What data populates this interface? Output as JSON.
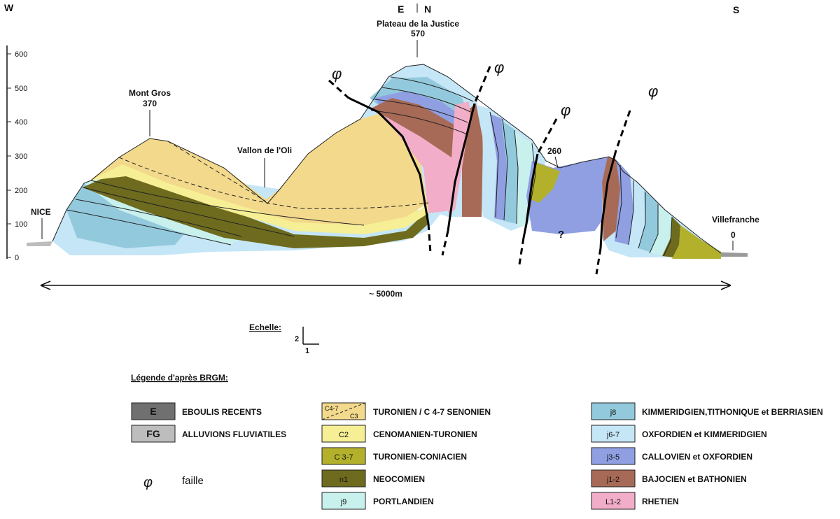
{
  "compass": {
    "west": "W",
    "east": "E",
    "north": "N",
    "south": "S"
  },
  "places": {
    "plateau_name": "Plateau de la Justice",
    "plateau_alt": "570",
    "mont_gros_name": "Mont Gros",
    "mont_gros_alt": "370",
    "vallon": "Vallon de l'Oli",
    "nice": "NICE",
    "villefranche_name": "Villefranche",
    "villefranche_alt": "0",
    "peak_260": "260",
    "unknown": "?"
  },
  "axis": {
    "ticks": [
      "600",
      "500",
      "400",
      "300",
      "200",
      "100",
      "0"
    ]
  },
  "distance_label": "~ 5000m",
  "scale": {
    "label": "Echelle:",
    "vertical": "2",
    "horizontal": "1"
  },
  "legend_title": "Légende d'après BRGM:",
  "fault_symbol": "φ",
  "legend": [
    {
      "code": "E",
      "label": "EBOULIS RECENTS",
      "color": "#707070",
      "code_color": "#ffffff"
    },
    {
      "code": "FG",
      "label": "ALLUVIONS FLUVIATILES",
      "color": "#bdbdbd",
      "code_color": "#ffffff"
    },
    {
      "code": "",
      "label": "faille",
      "symbol": "φ"
    },
    {
      "code_top": "C4-7",
      "code_bottom": "C3",
      "label": "TURONIEN   /  C 4-7 SENONIEN",
      "color": "#f3d98c"
    },
    {
      "code": "C2",
      "label": "CENOMANIEN-TURONIEN",
      "color": "#f6ef95"
    },
    {
      "code": "C 3-7",
      "label": "TURONIEN-CONIACIEN",
      "color": "#b3b12c"
    },
    {
      "code": "n1",
      "label": "NEOCOMIEN",
      "color": "#6e6b1f"
    },
    {
      "code": "j9",
      "label": "PORTLANDIEN",
      "color": "#c8f1ed"
    },
    {
      "code": "j8",
      "label": "KIMMERIDGIEN,TITHONIQUE et BERRIASIEN",
      "color": "#93c9dc"
    },
    {
      "code": "j6-7",
      "label": "OXFORDIEN et KIMMERIDGIEN",
      "color": "#c5e6f6"
    },
    {
      "code": "j3-5",
      "label": "CALLOVIEN et OXFORDIEN",
      "color": "#8f9fe2"
    },
    {
      "code": "j1-2",
      "label": "BAJOCIEN et BATHONIEN",
      "color": "#a76a56"
    },
    {
      "code": "L1-2",
      "label": "RHETIEN",
      "color": "#f2aec8"
    }
  ],
  "colors": {
    "c4_7": "#f3d98c",
    "c2": "#f6ef95",
    "c3_7": "#b3b12c",
    "n1": "#6e6b1f",
    "j9": "#c8f1ed",
    "j8": "#93c9dc",
    "j6_7": "#c5e6f6",
    "j3_5": "#8f9fe2",
    "j1_2": "#a76a56",
    "l1_2": "#f2aec8",
    "fg": "#bdbdbd",
    "e": "#707070"
  }
}
